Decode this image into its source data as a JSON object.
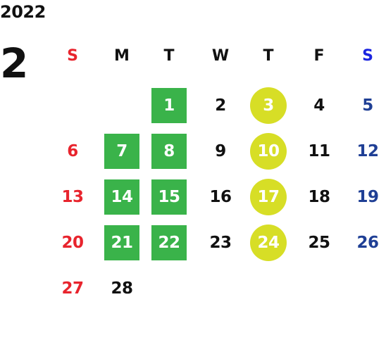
{
  "calendar": {
    "year": "2022",
    "month": "2",
    "weekday_headers": [
      {
        "label": "S",
        "color": "#e8242d"
      },
      {
        "label": "M",
        "color": "#111111"
      },
      {
        "label": "T",
        "color": "#111111"
      },
      {
        "label": "W",
        "color": "#111111"
      },
      {
        "label": "T",
        "color": "#111111"
      },
      {
        "label": "F",
        "color": "#111111"
      },
      {
        "label": "S",
        "color": "#1b24e0"
      }
    ],
    "colors": {
      "sunday": "#e8242d",
      "saturday": "#1f3f95",
      "weekday": "#111111",
      "green_highlight": "#3ab34a",
      "yellow_highlight": "#d7de26"
    },
    "weeks": [
      [
        {
          "day": ""
        },
        {
          "day": ""
        },
        {
          "day": "1",
          "highlight": "green"
        },
        {
          "day": "2"
        },
        {
          "day": "3",
          "highlight": "yellow"
        },
        {
          "day": "4"
        },
        {
          "day": "5"
        }
      ],
      [
        {
          "day": "6"
        },
        {
          "day": "7",
          "highlight": "green"
        },
        {
          "day": "8",
          "highlight": "green"
        },
        {
          "day": "9"
        },
        {
          "day": "10",
          "highlight": "yellow"
        },
        {
          "day": "11"
        },
        {
          "day": "12"
        }
      ],
      [
        {
          "day": "13"
        },
        {
          "day": "14",
          "highlight": "green"
        },
        {
          "day": "15",
          "highlight": "green"
        },
        {
          "day": "16"
        },
        {
          "day": "17",
          "highlight": "yellow"
        },
        {
          "day": "18"
        },
        {
          "day": "19"
        }
      ],
      [
        {
          "day": "20"
        },
        {
          "day": "21",
          "highlight": "green"
        },
        {
          "day": "22",
          "highlight": "green"
        },
        {
          "day": "23"
        },
        {
          "day": "24",
          "highlight": "yellow"
        },
        {
          "day": "25"
        },
        {
          "day": "26"
        }
      ],
      [
        {
          "day": "27"
        },
        {
          "day": "28"
        },
        {
          "day": ""
        },
        {
          "day": ""
        },
        {
          "day": ""
        },
        {
          "day": ""
        },
        {
          "day": ""
        }
      ]
    ]
  }
}
